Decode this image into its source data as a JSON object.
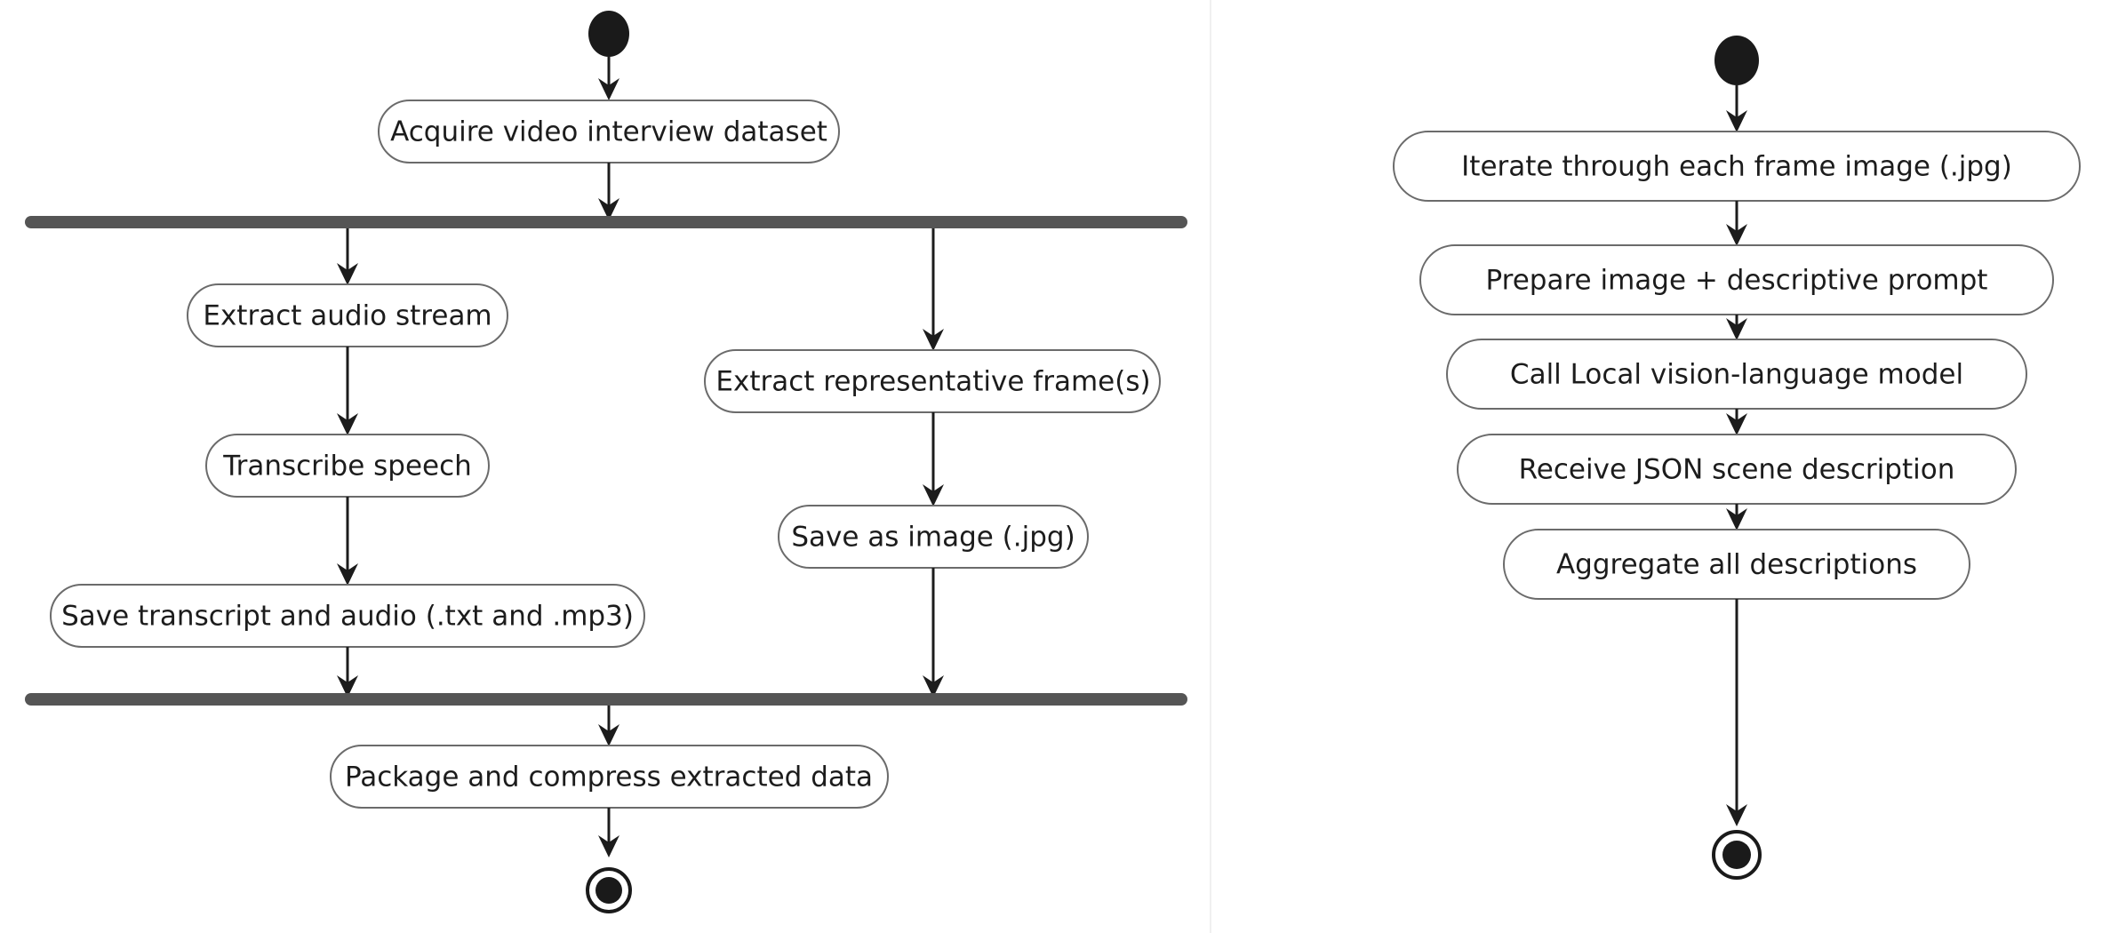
{
  "diagram": {
    "type": "uml-activity-diagram",
    "background_color": "#ffffff",
    "node_fill": "#ffffff",
    "node_stroke": "#6b6b6b",
    "text_color": "#1c1c1c",
    "bar_color": "#555555",
    "start_node_color": "#1a1a1a",
    "divider_color": "#f0f0f0",
    "columns": [
      {
        "id": "video-extraction-pipeline",
        "start_node": {
          "label": "start"
        },
        "nodes": [
          {
            "id": "acquire",
            "label": "Acquire video interview dataset"
          },
          {
            "id": "extract-audio",
            "label": "Extract audio stream"
          },
          {
            "id": "transcribe",
            "label": "Transcribe speech"
          },
          {
            "id": "save-transcript",
            "label": "Save transcript and audio (.txt and .mp3)"
          },
          {
            "id": "extract-frames",
            "label": "Extract representative frame(s)"
          },
          {
            "id": "save-image",
            "label": "Save as image (.jpg)"
          },
          {
            "id": "package",
            "label": "Package and compress extracted data"
          }
        ],
        "fork_bars": [
          {
            "id": "fork",
            "label": "fork"
          },
          {
            "id": "join",
            "label": "join"
          }
        ],
        "end_node": {
          "label": "end"
        }
      },
      {
        "id": "vlm-description-pipeline",
        "start_node": {
          "label": "start"
        },
        "nodes": [
          {
            "id": "iterate",
            "label": "Iterate through each frame image (.jpg)"
          },
          {
            "id": "prepare",
            "label": "Prepare image + descriptive prompt"
          },
          {
            "id": "call-vlm",
            "label": "Call Local vision-language model"
          },
          {
            "id": "receive-json",
            "label": "Receive JSON scene description"
          },
          {
            "id": "aggregate",
            "label": "Aggregate all descriptions"
          }
        ],
        "end_node": {
          "label": "end"
        }
      }
    ]
  }
}
